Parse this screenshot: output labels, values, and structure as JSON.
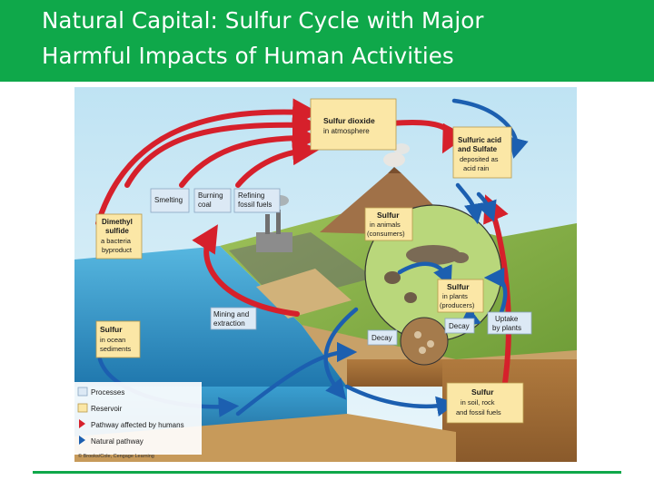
{
  "slide": {
    "title_line1": "Natural Capital: Sulfur Cycle with Major",
    "title_line2": "Harmful Impacts of Human Activities"
  },
  "diagram": {
    "boxes": {
      "sulfur_dioxide": {
        "title": "Sulfur dioxide",
        "sub": "in atmosphere"
      },
      "sulfuric_acid": {
        "title1": "Sulfuric acid",
        "title2": "and Sulfate",
        "sub1": "deposited as",
        "sub2": "acid rain"
      },
      "smelting": "Smelting",
      "burning_coal": {
        "l1": "Burning",
        "l2": "coal"
      },
      "refining": {
        "l1": "Refining",
        "l2": "fossil fuels"
      },
      "dimethyl": {
        "t1": "Dimethyl",
        "t2": "sulfide",
        "s1": "a bacteria",
        "s2": "byproduct"
      },
      "sulfur_animals": {
        "title": "Sulfur",
        "s1": "in animals",
        "s2": "(consumers)"
      },
      "sulfur_plants": {
        "title": "Sulfur",
        "s1": "in plants",
        "s2": "(producers)"
      },
      "mining": {
        "l1": "Mining and",
        "l2": "extraction"
      },
      "uptake": {
        "l1": "Uptake",
        "l2": "by plants"
      },
      "decay1": "Decay",
      "decay2": "Decay",
      "sulfur_ocean": {
        "title": "Sulfur",
        "s1": "in ocean",
        "s2": "sediments"
      },
      "sulfur_soil": {
        "title": "Sulfur",
        "s1": "in soil, rock",
        "s2": "and fossil fuels"
      }
    },
    "legend": {
      "processes": "Processes",
      "reservoir": "Reservoir",
      "human": "Pathway affected by humans",
      "natural": "Natural pathway"
    },
    "credit": "© Brooks/Cole, Cengage Learning",
    "colors": {
      "process_box": "#dce9f5",
      "reservoir_box": "#fbe7a6",
      "human_arrow": "#d6202b",
      "natural_arrow": "#1c5fb0",
      "header": "#0fa84a"
    }
  }
}
